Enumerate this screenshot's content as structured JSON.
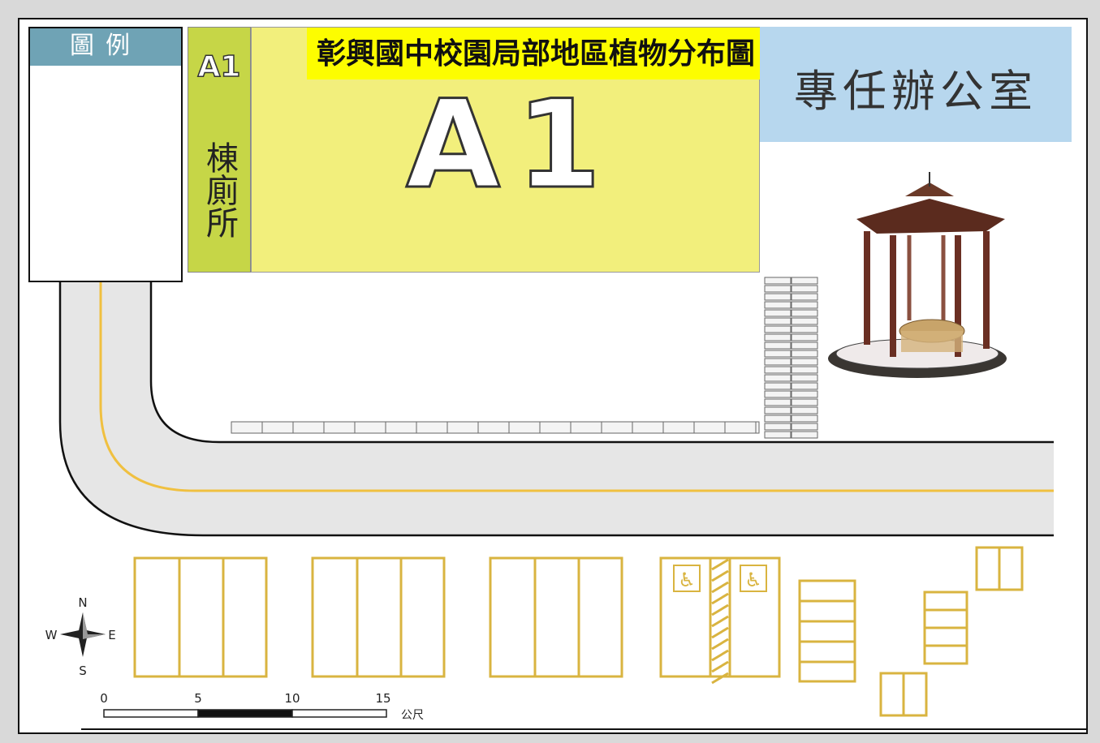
{
  "map": {
    "title": "彰興國中校園局部地區植物分布圖",
    "legend_title": "圖例",
    "toilet_code": "A1",
    "toilet_name": "棟廁所",
    "building_label": "A1",
    "office_label": "專任辦公室",
    "compass": {
      "n": "N",
      "s": "S",
      "e": "E",
      "w": "W"
    },
    "scale": {
      "ticks": [
        "0",
        "5",
        "10",
        "15"
      ],
      "unit": "公尺"
    }
  },
  "colors": {
    "background": "#d9d9d9",
    "building": "#f2ef7c",
    "toilet": "#c6d647",
    "office": "#b7d7ee",
    "legend_header": "#6fa3b5",
    "title_bg": "#fdfd00",
    "road": "#e6e6e6",
    "road_line": "#f0c040",
    "parking": "#d9b440"
  }
}
